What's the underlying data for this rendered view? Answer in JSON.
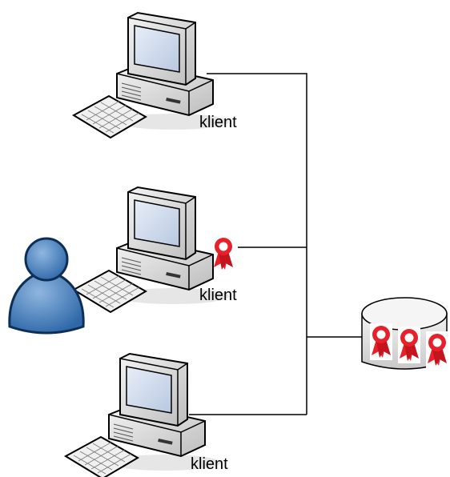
{
  "clients": [
    {
      "label": "klient"
    },
    {
      "label": "klient"
    },
    {
      "label": "klient"
    }
  ],
  "colors": {
    "line": "#000000",
    "certificate": "#e8202a",
    "user_body": "#3a78b6",
    "monitor_body": "#d9d9d9",
    "screen": "#cfdcf0"
  },
  "icons": {
    "computer": "computer-icon",
    "user": "user-icon",
    "certificate": "certificate-ribbon-icon",
    "database": "database-icon"
  }
}
